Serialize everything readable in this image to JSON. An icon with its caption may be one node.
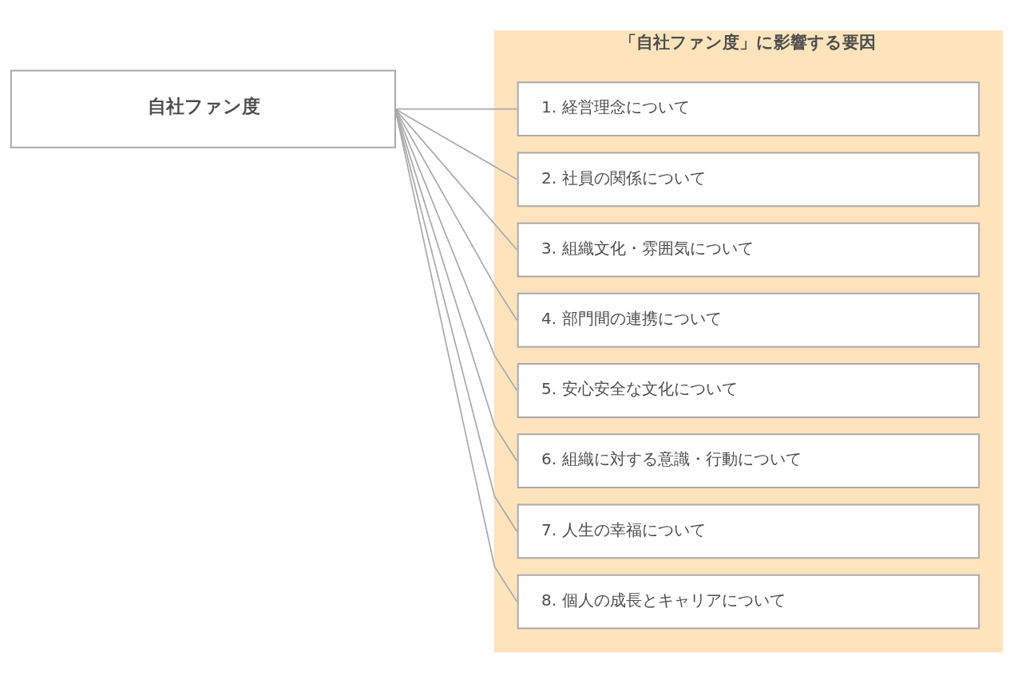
{
  "diagram": {
    "nodes": [
      {
        "text": [
          "自社ファン度"
        ]
      },
      {
        "text": [
          "「自社ファン度」に影響する要因"
        ]
      },
      {
        "text": [
          "1. 経営理念について"
        ],
        "in": 1
      },
      {
        "text": [
          "2. 社員の関係について"
        ],
        "in": 1
      },
      {
        "text": [
          "3. 組織文化・雰囲気について"
        ],
        "in": 1
      },
      {
        "text": [
          "4. 部門間の連携について"
        ],
        "in": 1
      },
      {
        "text": [
          "5. 安心安全な文化について"
        ],
        "in": 1
      },
      {
        "text": [
          "6. 組織に対する意識・行動について"
        ],
        "in": 1
      },
      {
        "text": [
          "7. 人生の幸福について"
        ],
        "in": 1
      },
      {
        "text": [
          "8. 個人の成長とキャリアについて"
        ],
        "in": 1
      }
    ],
    "edges": [
      {
        "from": 0,
        "to": 2,
        "arrow": "none"
      },
      {
        "from": 0,
        "to": 3,
        "arrow": "none"
      },
      {
        "from": 0,
        "to": 4,
        "arrow": "none"
      },
      {
        "from": 0,
        "to": 5,
        "arrow": "none"
      },
      {
        "from": 0,
        "to": 6,
        "arrow": "none"
      },
      {
        "from": 0,
        "to": 7,
        "arrow": "none"
      },
      {
        "from": 0,
        "to": 8,
        "arrow": "none"
      },
      {
        "from": 0,
        "to": 9,
        "arrow": "none"
      }
    ]
  }
}
